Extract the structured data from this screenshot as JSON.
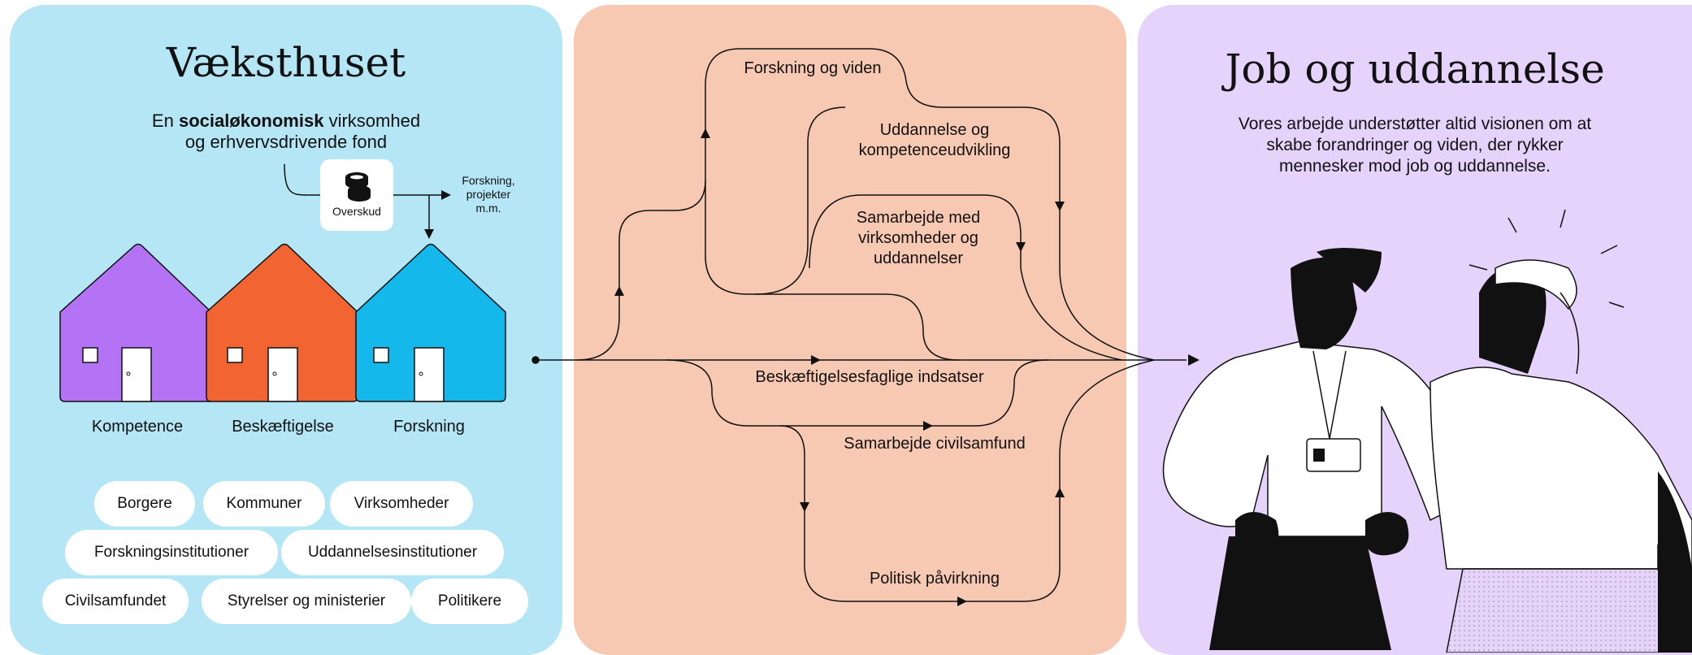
{
  "left_panel": {
    "title": "Væksthuset",
    "subtitle_prefix": "En ",
    "subtitle_bold": "socialøkonomisk",
    "subtitle_suffix": " virksomhed",
    "subtitle_line2": "og erhvervsdrivende fond",
    "surplus_label": "Overskud",
    "surplus_target": [
      "Forskning,",
      "projekter",
      "m.m."
    ],
    "houses": [
      {
        "label": "Kompetence",
        "color": "#b473f5"
      },
      {
        "label": "Beskæftigelse",
        "color": "#f26532"
      },
      {
        "label": "Forskning",
        "color": "#14b8ea"
      }
    ],
    "stakeholders": [
      "Borgere",
      "Kommuner",
      "Virksomheder",
      "Forskningsinstitutioner",
      "Uddannelsesinstitutioner",
      "Civilsamfundet",
      "Styrelser og ministerier",
      "Politikere"
    ]
  },
  "middle_panel": {
    "flows": [
      "Forskning og viden",
      "Uddannelse og kompetenceudvikling",
      "Samarbejde med virksomheder og uddannelser",
      "Beskæftigelsesfaglige indsatser",
      "Samarbejde civilsamfund",
      "Politisk påvirkning"
    ],
    "flow_lines": {
      "f1": [
        "Forskning og viden"
      ],
      "f2": [
        "Uddannelse og",
        "kompetenceudvikling"
      ],
      "f3": [
        "Samarbejde med",
        "virksomheder og",
        "uddannelser"
      ]
    }
  },
  "right_panel": {
    "title": "Job og uddannelse",
    "description": [
      "Vores arbejde understøtter altid visionen om at",
      "skabe forandringer og viden, der rykker",
      "mennesker mod job og uddannelse."
    ]
  },
  "colors": {
    "left_bg": "#b4e6f5",
    "middle_bg": "#f8c9b2",
    "right_bg": "#e6d3fc",
    "line": "#111111"
  }
}
